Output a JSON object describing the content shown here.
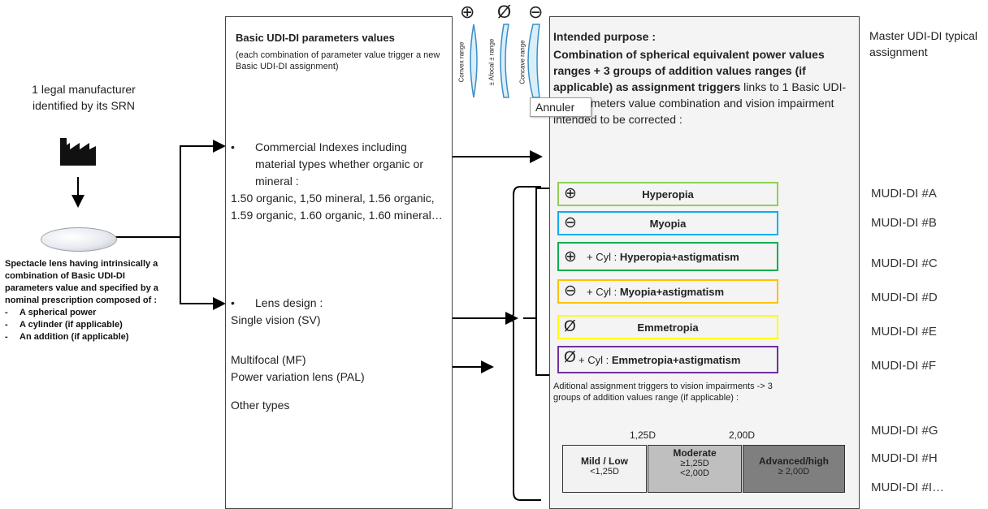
{
  "manufacturer": {
    "label": "1 legal manufacturer identified by its SRN"
  },
  "lens": {
    "title": "Spectacle lens having intrinsically a combination of Basic UDI-DI parameters value and specified by a nominal prescription composed of :",
    "items": [
      "A spherical power",
      "A cylinder (if applicable)",
      "An addition (if applicable)"
    ]
  },
  "middle": {
    "heading": "Basic UDI-DI parameters values",
    "subheading": "(each combination of parameter value trigger a new Basic UDI-DI assignment)",
    "indexes_bullet": "Commercial Indexes including material types whether organic or mineral  :",
    "indexes_values": "1.50 organic, 1,50 mineral, 1.56 organic, 1.59 organic, 1.60 organic, 1.60 mineral…",
    "design_bullet": "Lens design :",
    "design_sv": "Single vision (SV)",
    "design_mf": "Multifocal (MF)",
    "design_pal": "Power variation lens (PAL)",
    "design_other": "Other types"
  },
  "ranges": {
    "convex": "Convex range",
    "afocal": "± Afocal ± range",
    "concave": "Concave range"
  },
  "right": {
    "title": "Intended purpose :",
    "body_bold": "Combination of spherical equivalent power values ranges + 3 groups of addition values ranges (if applicable) as assignment triggers",
    "body_normal": " links to 1 Basic UDI-DI parameters value combination and vision impairment intended to be corrected :",
    "tooltip": "Annuler",
    "vision": [
      {
        "symbol": "⊕",
        "cyl": "",
        "label": "Hyperopia",
        "color": "#92d050"
      },
      {
        "symbol": "⊖",
        "cyl": "",
        "label": "Myopia",
        "color": "#00b0f0"
      },
      {
        "symbol": "⊕",
        "cyl": "+ Cyl : ",
        "label": "Hyperopia+astigmatism",
        "color": "#00b050"
      },
      {
        "symbol": "⊖",
        "cyl": "+ Cyl : ",
        "label": "Myopia+astigmatism",
        "color": "#ffc000"
      },
      {
        "symbol": "Ø",
        "cyl": "",
        "label": "Emmetropia",
        "color": "#ffff00"
      },
      {
        "symbol": "Ø",
        "cyl": "+ Cyl : ",
        "label": "Emmetropia+astigmatism",
        "color": "#7030a0"
      }
    ],
    "addition_note": "Aditional assignment triggers to vision impairments -> 3 groups of addition values range (if applicable) :",
    "threshold_1": "1,25D",
    "threshold_2": "2,00D",
    "groups": [
      {
        "title": "Mild / Low",
        "line1": "<1,25D",
        "line2": "",
        "color": "#f2f2f2"
      },
      {
        "title": "Moderate",
        "line1": "≥1,25D",
        "line2": "<2,00D",
        "color": "#bfbfbf"
      },
      {
        "title": "Advanced/high",
        "line1": "≥ 2,00D",
        "line2": "",
        "color": "#7f7f7f"
      }
    ]
  },
  "master": {
    "heading": "Master UDI-DI typical assignment",
    "items": [
      "MUDI-DI #A",
      "MUDI-DI #B",
      "MUDI-DI #C",
      "MUDI-DI #D",
      "MUDI-DI #E",
      "MUDI-DI #F",
      "MUDI-DI #G",
      "MUDI-DI #H",
      "MUDI-DI #I…"
    ]
  }
}
